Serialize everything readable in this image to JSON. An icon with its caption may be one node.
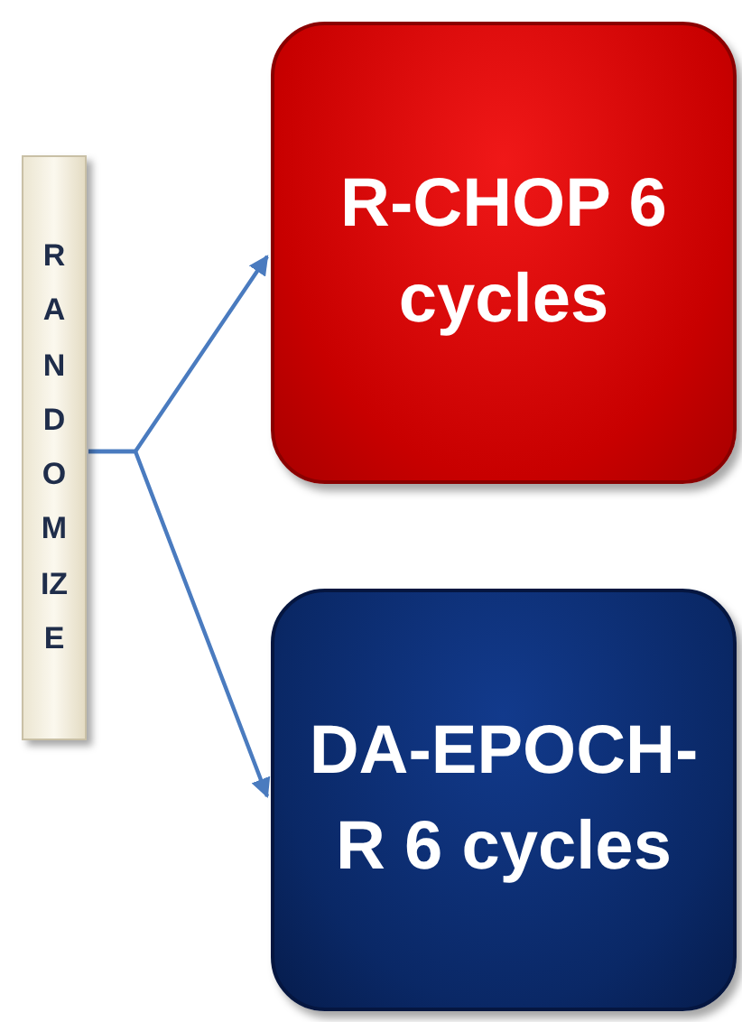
{
  "diagram": {
    "nodes": [
      {
        "text": [
          "RANDOMIZE"
        ]
      },
      {
        "text": [
          "R-CHOP 6 cycles"
        ]
      },
      {
        "text": [
          "DA-EPOCH-R 6 cycles"
        ]
      }
    ],
    "edges": [
      {
        "from": 0,
        "to": 1,
        "arrow": "to"
      },
      {
        "from": 0,
        "to": 2,
        "arrow": "to"
      }
    ]
  }
}
